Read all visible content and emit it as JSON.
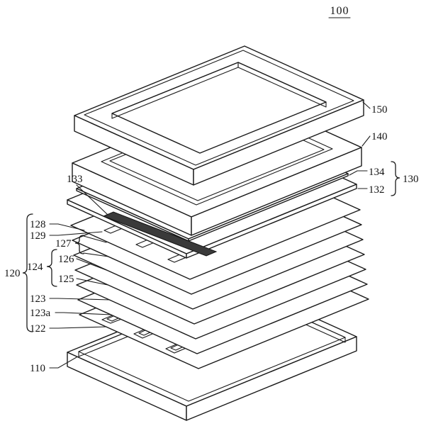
{
  "figure": {
    "number": "100"
  },
  "labels": {
    "right": {
      "l150": "150",
      "l140": "140",
      "l134": "134",
      "l132": "132",
      "l130": "130"
    },
    "left": {
      "l133": "133",
      "l128": "128",
      "l129": "129",
      "l127": "127",
      "l126": "126",
      "l124": "124",
      "l125": "125",
      "l123": "123",
      "l123a": "123a",
      "l122": "122",
      "l120": "120",
      "l110": "110"
    }
  }
}
